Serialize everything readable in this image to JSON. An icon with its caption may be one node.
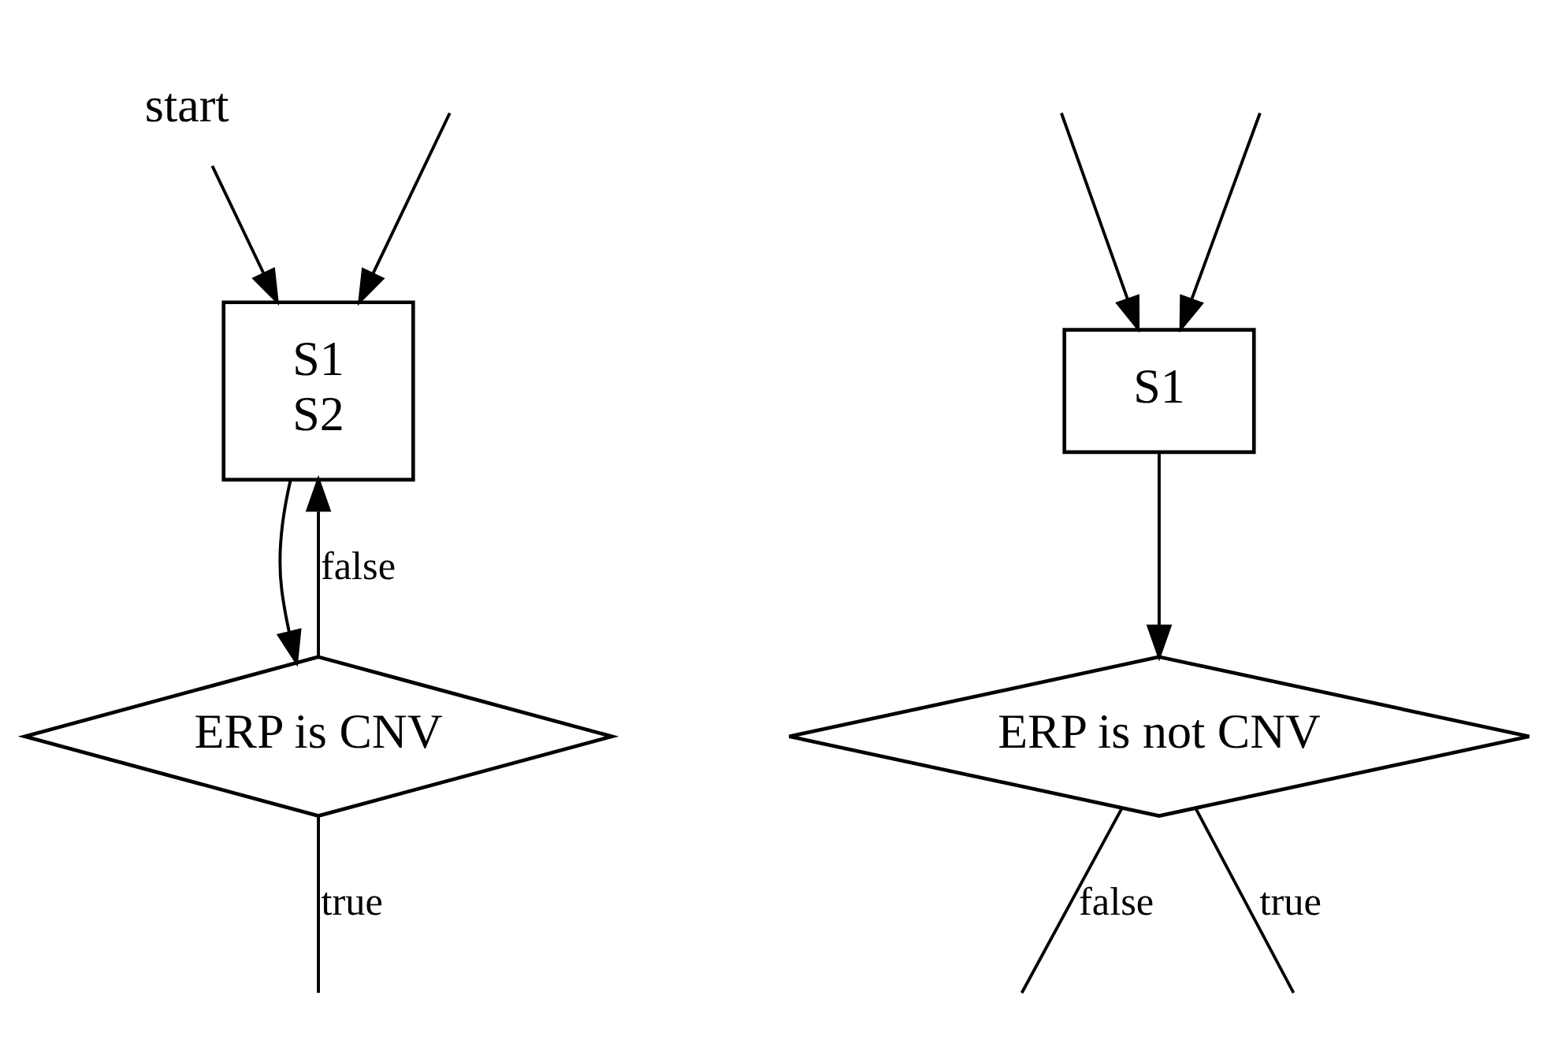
{
  "diagram": {
    "nodes": [
      {
        "text": [
          "start"
        ]
      },
      {
        "text": [
          "S1",
          "S2"
        ]
      },
      {
        "text": [
          "ERP is CNV"
        ]
      },
      {
        "text": [
          "S1"
        ]
      },
      {
        "text": [
          "ERP is not CNV"
        ]
      }
    ],
    "edges": [
      {
        "from": 0,
        "to": 1,
        "arrow": "to"
      },
      {
        "from": 1,
        "to": 2,
        "arrow": "to"
      },
      {
        "from": 2,
        "to": 1,
        "label": "false",
        "arrow": "to"
      },
      {
        "from": 2,
        "to": null,
        "label": "true",
        "arrow": "none"
      },
      {
        "from": null,
        "to": 3,
        "arrow": "to"
      },
      {
        "from": null,
        "to": 1,
        "arrow": "to"
      },
      {
        "from": 3,
        "to": 4,
        "arrow": "to"
      },
      {
        "from": 4,
        "to": null,
        "label": "false",
        "arrow": "none"
      },
      {
        "from": null,
        "to": 3,
        "arrow": "to"
      },
      {
        "from": 4,
        "to": null,
        "label": "true",
        "arrow": "none"
      }
    ]
  }
}
